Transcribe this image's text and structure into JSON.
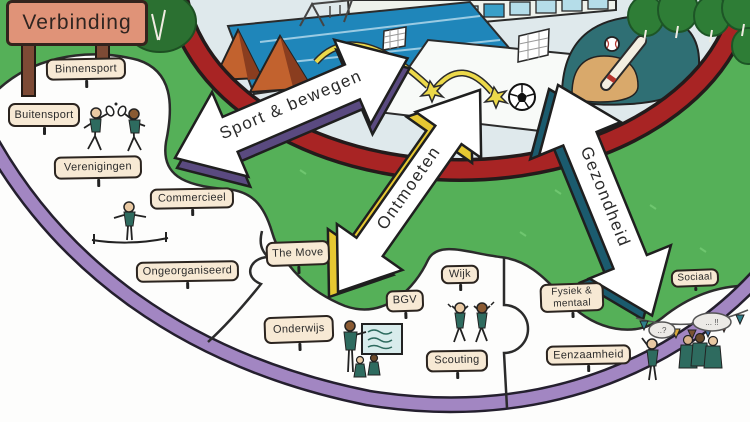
{
  "sign": {
    "label": "Verbinding"
  },
  "arrows": [
    {
      "label": "Sport & bewegen",
      "edge_color": "#5a4a80"
    },
    {
      "label": "Ontmoeten",
      "edge_color": "#e6c832"
    },
    {
      "label": "Gezondheid",
      "edge_color": "#1b5b6e"
    }
  ],
  "labels": [
    {
      "id": "binnensport",
      "text": "Binnensport"
    },
    {
      "id": "buitensport",
      "text": "Buitensport"
    },
    {
      "id": "verenigingen",
      "text": "Verenigingen"
    },
    {
      "id": "commercieel",
      "text": "Commercieel"
    },
    {
      "id": "ongeorganiseerd",
      "text": "Ongeorganiseerd"
    },
    {
      "id": "the-move",
      "text": "The Move"
    },
    {
      "id": "onderwijs",
      "text": "Onderwijs"
    },
    {
      "id": "bgv",
      "text": "BGV"
    },
    {
      "id": "wijk",
      "text": "Wijk"
    },
    {
      "id": "scouting",
      "text": "Scouting"
    },
    {
      "id": "fysiek-mentaal",
      "text": "Fysiek &\nmentaal"
    },
    {
      "id": "eenzaamheid",
      "text": "Eenzaamheid"
    },
    {
      "id": "sociaal",
      "text": "Sociaal"
    }
  ],
  "speech": [
    "..?",
    "... !!"
  ],
  "colors": {
    "grass": "#55b058",
    "track_red": "#a82424",
    "complex_floor": "#dfe9ec",
    "puzzle_purple": "#a286c2",
    "label_bg": "#f7e9d4",
    "sign_bg": "#e09378",
    "arrow_white": "#ffffff",
    "pool_blue": "#1f86ba",
    "ramp_orange": "#c2622e",
    "baseball_teal": "#2f6f74",
    "infield_tan": "#d9a96b"
  }
}
